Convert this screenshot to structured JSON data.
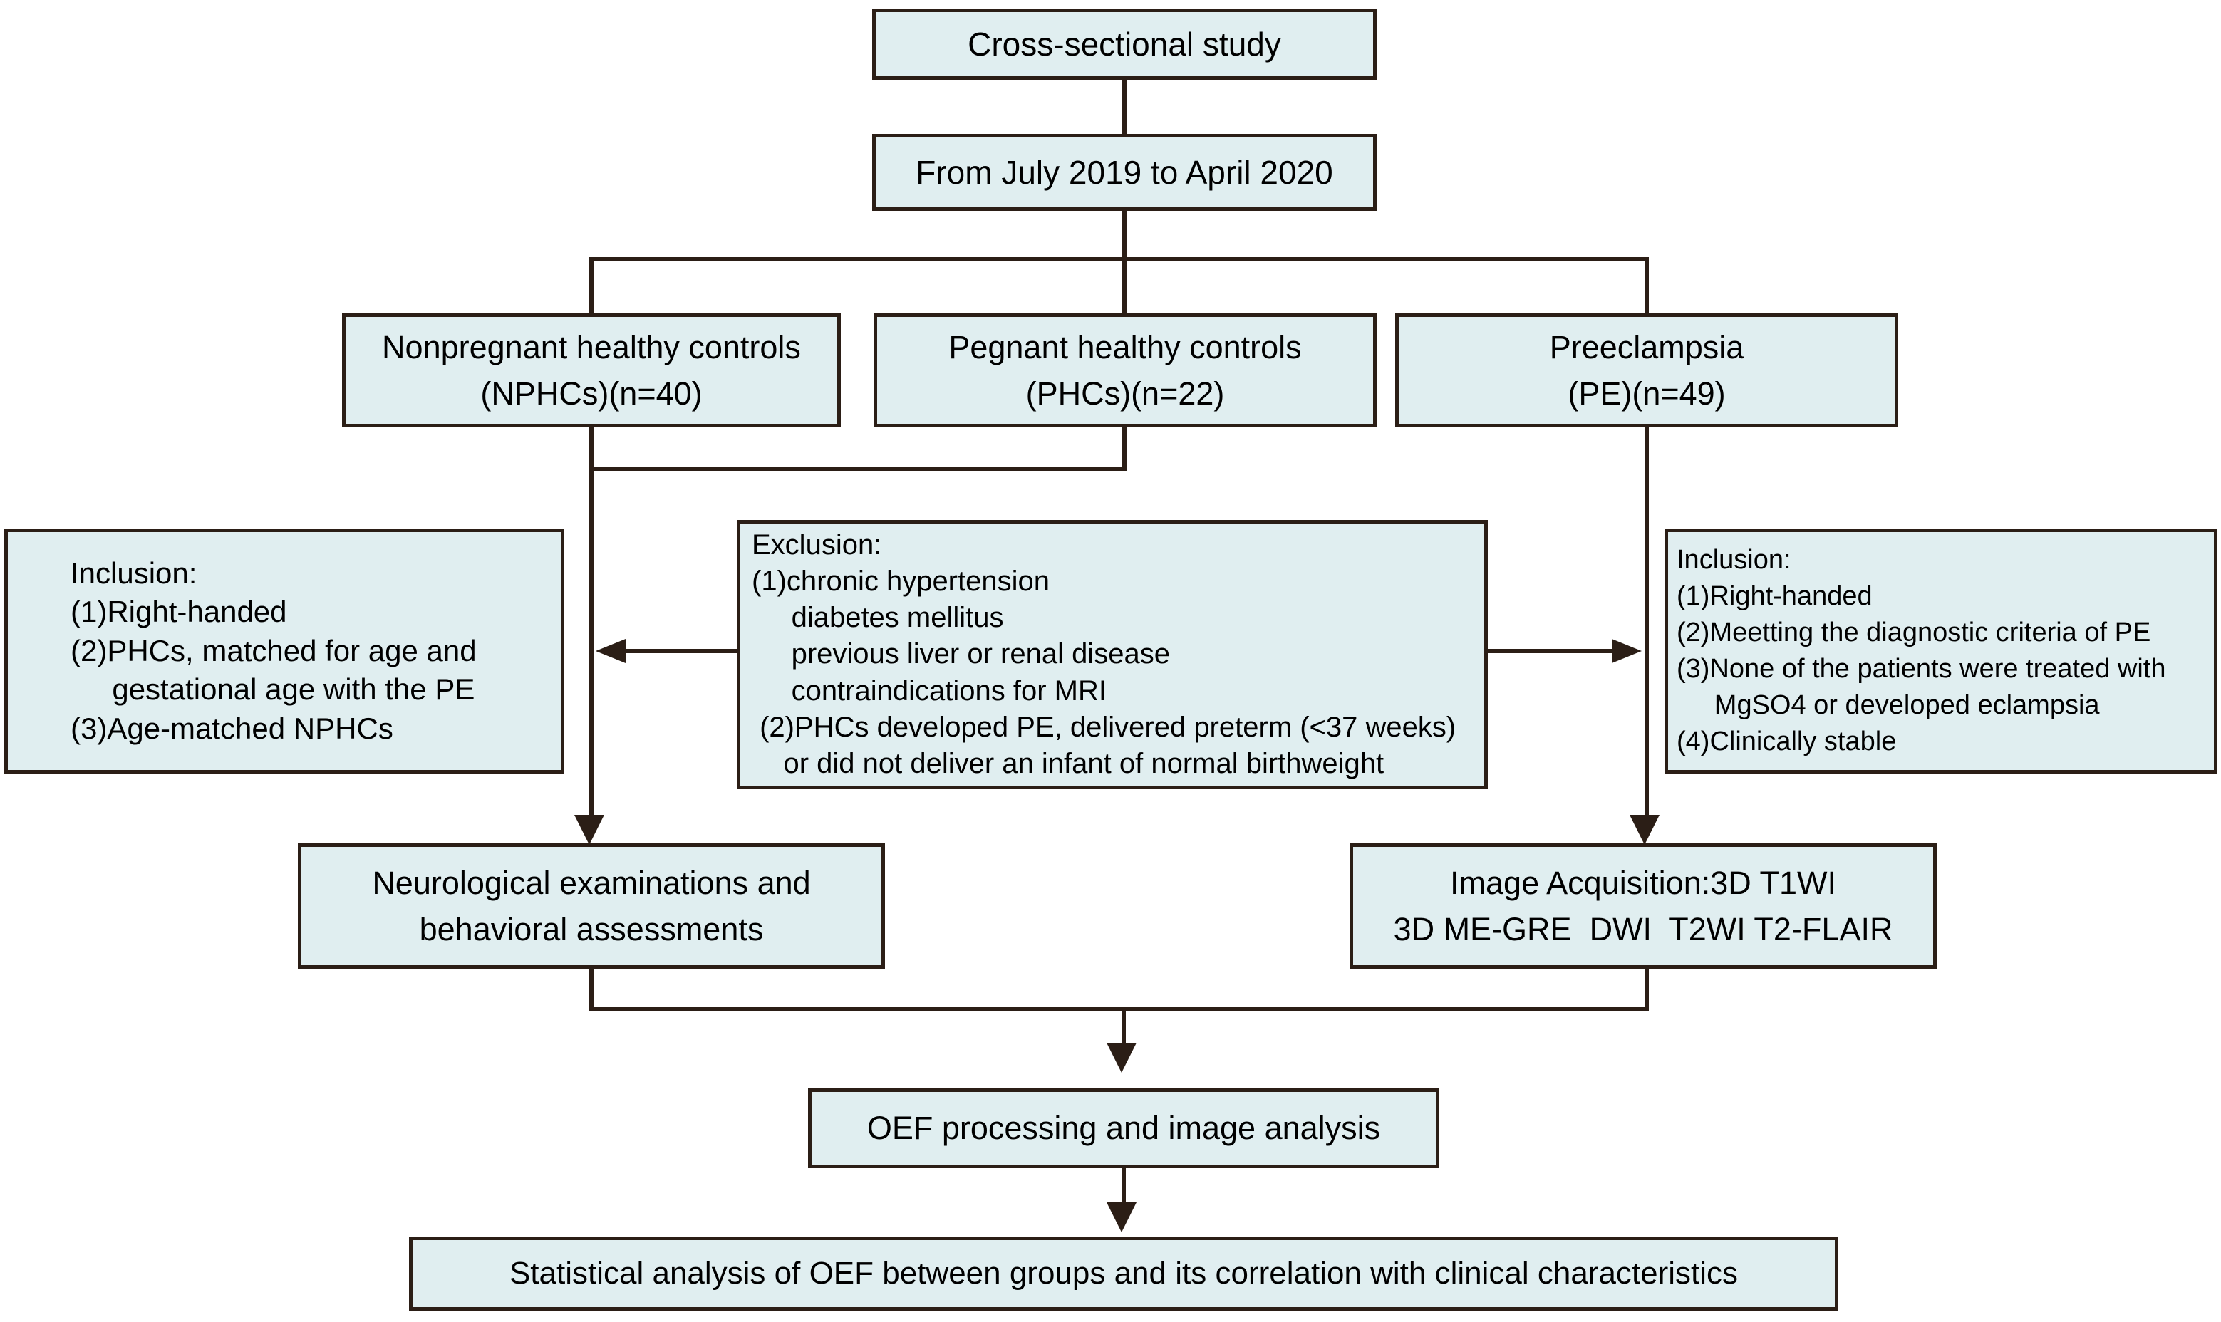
{
  "colors": {
    "box_fill": "#e0eef0",
    "line": "#2b1e16",
    "text": "#000000",
    "background": "#ffffff"
  },
  "flow": {
    "cross": "Cross-sectional study",
    "date": "From July 2019 to April 2020",
    "nphc": [
      "Nonpregnant healthy controls",
      "(NPHCs)(n=40)"
    ],
    "phc": [
      "Pegnant healthy controls",
      "(PHCs)(n=22)"
    ],
    "pe": [
      "Preeclampsia",
      "(PE)(n=49)"
    ],
    "inclusion_left": [
      "Inclusion:",
      "(1)Right-handed",
      "(2)PHCs, matched for age and",
      "     gestational age with the PE",
      "(3)Age-matched NPHCs"
    ],
    "exclusion": [
      "Exclusion:",
      "(1)chronic hypertension",
      "     diabetes mellitus",
      "     previous liver or renal disease",
      "     contraindications for MRI",
      " (2)PHCs developed PE, delivered preterm (<37 weeks)",
      "    or did not deliver an infant of normal birthweight"
    ],
    "inclusion_right": [
      "Inclusion:",
      "(1)Right-handed",
      "(2)Meetting the diagnostic criteria of PE",
      "(3)None of the patients were treated with",
      "     MgSO4 or developed eclampsia",
      "(4)Clinically stable"
    ],
    "neuro": [
      "Neurological examinations and",
      "behavioral assessments"
    ],
    "imaging": [
      "Image Acquisition:3D T1WI",
      "3D ME-GRE  DWI  T2WI T2-FLAIR"
    ],
    "oef": "OEF processing and image analysis",
    "stats": "Statistical analysis of OEF between groups and its correlation with clinical characteristics"
  }
}
